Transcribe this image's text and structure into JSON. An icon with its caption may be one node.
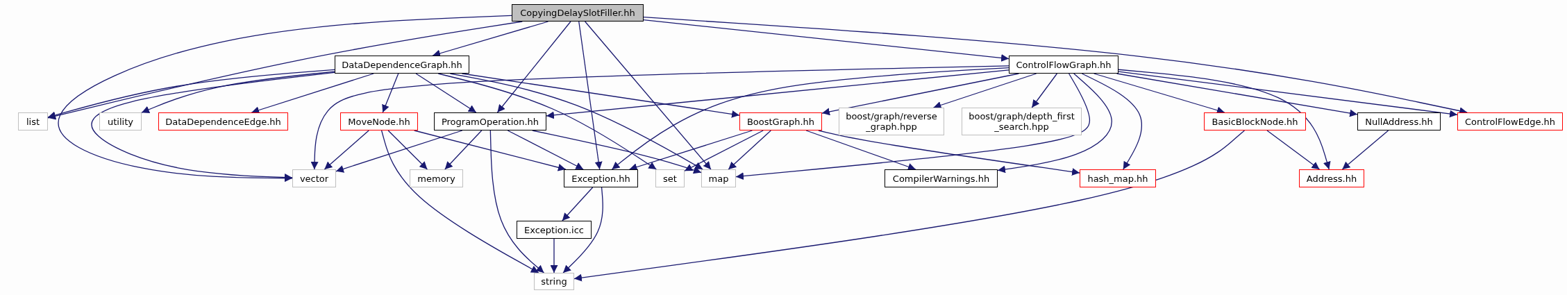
{
  "diagram": {
    "nodes": [
      {
        "text": [
          "CopyingDelaySlotFiller.hh"
        ]
      },
      {
        "text": [
          "DataDependenceGraph.hh"
        ]
      },
      {
        "text": [
          "ControlFlowGraph.hh"
        ]
      },
      {
        "text": [
          "list"
        ]
      },
      {
        "text": [
          "utility"
        ]
      },
      {
        "text": [
          "DataDependenceEdge.hh"
        ]
      },
      {
        "text": [
          "MoveNode.hh"
        ]
      },
      {
        "text": [
          "ProgramOperation.hh"
        ]
      },
      {
        "text": [
          "BoostGraph.hh"
        ]
      },
      {
        "text": [
          "boost/graph/reverse _graph.hpp"
        ]
      },
      {
        "text": [
          "boost/graph/depth_first _search.hpp"
        ]
      },
      {
        "text": [
          "BasicBlockNode.hh"
        ]
      },
      {
        "text": [
          "NullAddress.hh"
        ]
      },
      {
        "text": [
          "ControlFlowEdge.hh"
        ]
      },
      {
        "text": [
          "vector"
        ]
      },
      {
        "text": [
          "memory"
        ]
      },
      {
        "text": [
          "Exception.hh"
        ]
      },
      {
        "text": [
          "set"
        ]
      },
      {
        "text": [
          "map"
        ]
      },
      {
        "text": [
          "CompilerWarnings.hh"
        ]
      },
      {
        "text": [
          "hash_map.hh"
        ]
      },
      {
        "text": [
          "Address.hh"
        ]
      },
      {
        "text": [
          "Exception.icc"
        ]
      },
      {
        "text": [
          "string"
        ]
      }
    ],
    "edges": [
      {
        "from": 0,
        "to": 3,
        "arrow": "to"
      },
      {
        "from": 0,
        "to": 14,
        "arrow": "to"
      },
      {
        "from": 0,
        "to": 1,
        "arrow": "to"
      },
      {
        "from": 0,
        "to": 7,
        "arrow": "to"
      },
      {
        "from": 0,
        "to": 16,
        "arrow": "to"
      },
      {
        "from": 0,
        "to": 18,
        "arrow": "to"
      },
      {
        "from": 0,
        "to": 2,
        "arrow": "to"
      },
      {
        "from": 0,
        "to": 13,
        "arrow": "to"
      },
      {
        "from": 1,
        "to": 3,
        "arrow": "to"
      },
      {
        "from": 1,
        "to": 14,
        "arrow": "to"
      },
      {
        "from": 1,
        "to": 4,
        "arrow": "to"
      },
      {
        "from": 1,
        "to": 5,
        "arrow": "to"
      },
      {
        "from": 1,
        "to": 6,
        "arrow": "to"
      },
      {
        "from": 1,
        "to": 7,
        "arrow": "to"
      },
      {
        "from": 1,
        "to": 8,
        "arrow": "to"
      },
      {
        "from": 1,
        "to": 17,
        "arrow": "to"
      },
      {
        "from": 1,
        "to": 18,
        "arrow": "to"
      },
      {
        "from": 2,
        "to": 14,
        "arrow": "to"
      },
      {
        "from": 2,
        "to": 7,
        "arrow": "to"
      },
      {
        "from": 2,
        "to": 16,
        "arrow": "to"
      },
      {
        "from": 2,
        "to": 8,
        "arrow": "to"
      },
      {
        "from": 2,
        "to": 9,
        "arrow": "to"
      },
      {
        "from": 2,
        "to": 10,
        "arrow": "to"
      },
      {
        "from": 2,
        "to": 18,
        "arrow": "to"
      },
      {
        "from": 2,
        "to": 19,
        "arrow": "to"
      },
      {
        "from": 2,
        "to": 20,
        "arrow": "to"
      },
      {
        "from": 2,
        "to": 11,
        "arrow": "to"
      },
      {
        "from": 2,
        "to": 12,
        "arrow": "to"
      },
      {
        "from": 2,
        "to": 13,
        "arrow": "to"
      },
      {
        "from": 2,
        "to": 21,
        "arrow": "to"
      },
      {
        "from": 6,
        "to": 14,
        "arrow": "to"
      },
      {
        "from": 6,
        "to": 15,
        "arrow": "to"
      },
      {
        "from": 6,
        "to": 16,
        "arrow": "to"
      },
      {
        "from": 6,
        "to": 23,
        "arrow": "to"
      },
      {
        "from": 7,
        "to": 14,
        "arrow": "to"
      },
      {
        "from": 7,
        "to": 15,
        "arrow": "to"
      },
      {
        "from": 7,
        "to": 16,
        "arrow": "to"
      },
      {
        "from": 7,
        "to": 18,
        "arrow": "to"
      },
      {
        "from": 7,
        "to": 23,
        "arrow": "to"
      },
      {
        "from": 8,
        "to": 16,
        "arrow": "to"
      },
      {
        "from": 8,
        "to": 17,
        "arrow": "to"
      },
      {
        "from": 8,
        "to": 18,
        "arrow": "to"
      },
      {
        "from": 8,
        "to": 19,
        "arrow": "to"
      },
      {
        "from": 8,
        "to": 20,
        "arrow": "to"
      },
      {
        "from": 16,
        "to": 22,
        "arrow": "to"
      },
      {
        "from": 16,
        "to": 23,
        "arrow": "to"
      },
      {
        "from": 22,
        "to": 23,
        "arrow": "to"
      },
      {
        "from": 11,
        "to": 21,
        "arrow": "to"
      },
      {
        "from": 12,
        "to": 21,
        "arrow": "to"
      },
      {
        "from": 11,
        "to": 23,
        "arrow": "to"
      }
    ]
  }
}
